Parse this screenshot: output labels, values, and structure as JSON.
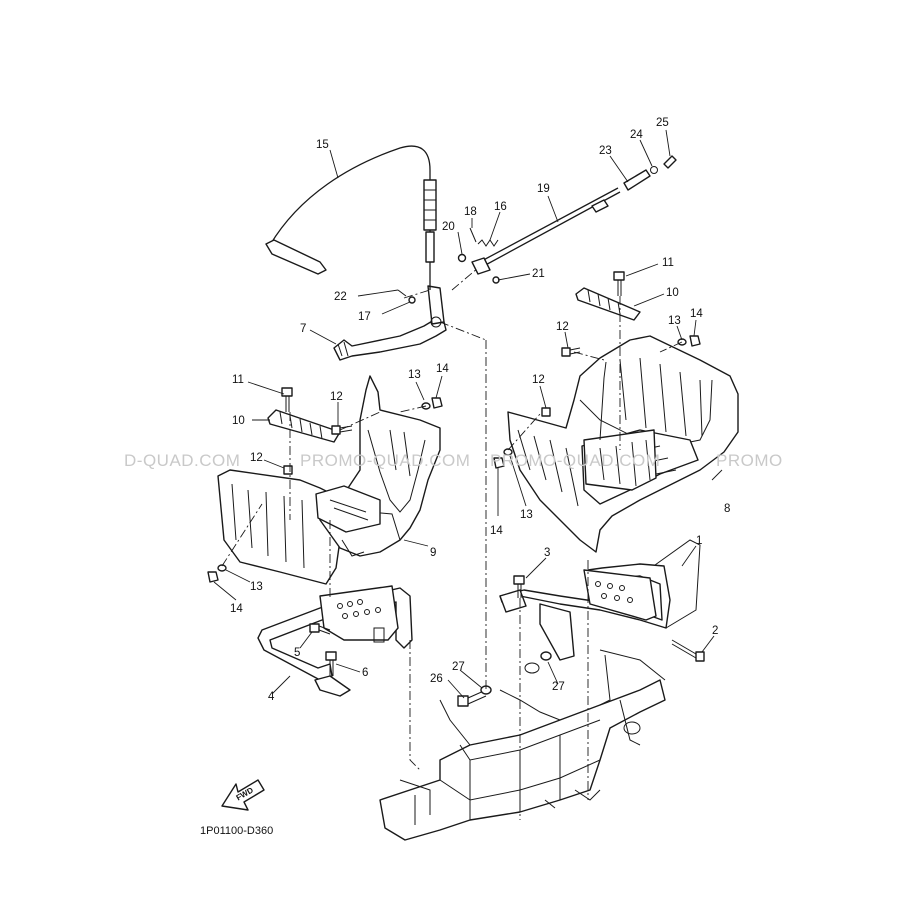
{
  "diagram_code": "1P01100-D360",
  "fwd_label": "FWD",
  "watermarks": [
    "D-QUAD.COM",
    "PROMO-QUAD.COM",
    "PROMO-QUAD.COM",
    "PROMO"
  ],
  "callouts": {
    "c1": "1",
    "c2": "2",
    "c3": "3",
    "c4": "4",
    "c5": "5",
    "c6": "6",
    "c7": "7",
    "c8": "8",
    "c9": "9",
    "c10a": "10",
    "c10b": "10",
    "c11a": "11",
    "c11b": "11",
    "c12a": "12",
    "c12b": "12",
    "c12c": "12",
    "c12d": "12",
    "c13a": "13",
    "c13b": "13",
    "c13c": "13",
    "c13d": "13",
    "c14a": "14",
    "c14b": "14",
    "c14c": "14",
    "c14d": "14",
    "c15": "15",
    "c16": "16",
    "c17": "17",
    "c18": "18",
    "c19": "19",
    "c20": "20",
    "c21": "21",
    "c22": "22",
    "c23": "23",
    "c24": "24",
    "c25": "25",
    "c26": "26",
    "c27a": "27",
    "c27b": "27"
  },
  "colors": {
    "line": "#1a1a1a",
    "watermark": "#c9c9c9",
    "background": "#ffffff"
  }
}
